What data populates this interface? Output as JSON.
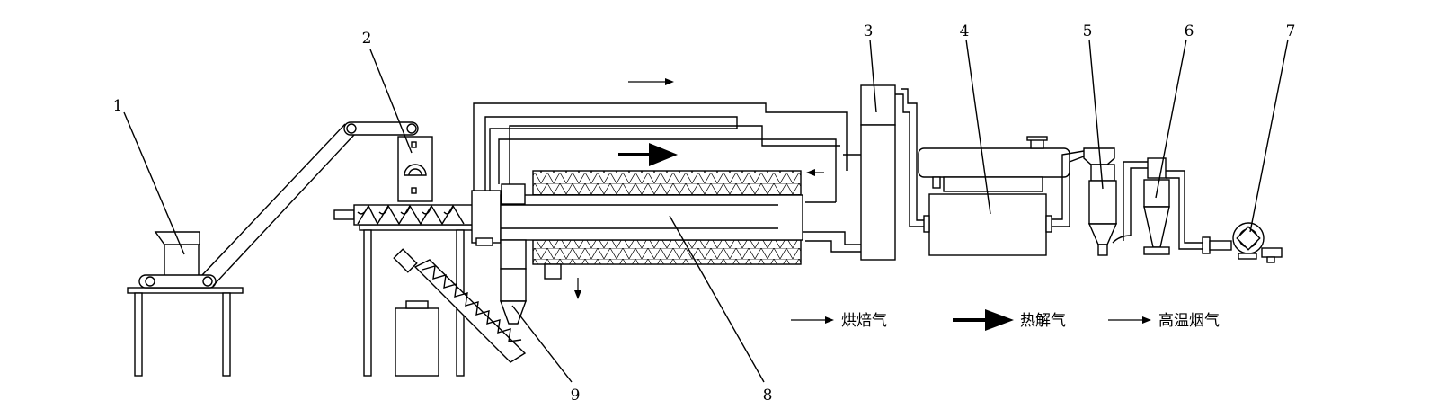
{
  "callouts": [
    "1",
    "2",
    "3",
    "4",
    "5",
    "6",
    "7",
    "8",
    "9"
  ],
  "legend": {
    "roasting_gas": "烘焙气",
    "pyrolysis_gas": "热解气",
    "flue_gas": "高温烟气"
  },
  "colors": {
    "line": "#000000",
    "background": "#ffffff"
  }
}
